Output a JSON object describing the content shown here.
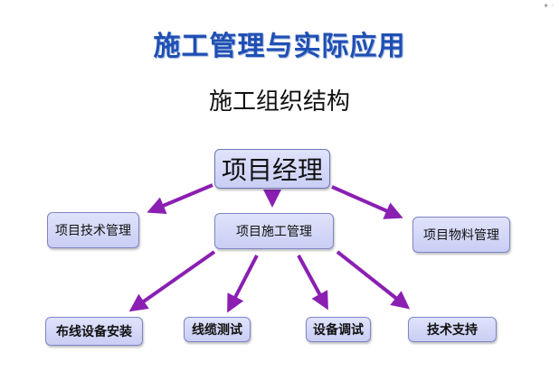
{
  "title": "施工管理与实际应用",
  "subtitle": "施工组织结构",
  "root": "项目经理",
  "level2": [
    "项目技术管理",
    "项目施工管理",
    "项目物料管理"
  ],
  "level3": [
    "布线设备安装",
    "线缆测试",
    "设备调试",
    "技术支持"
  ],
  "colors": {
    "title": "#1f4fb4",
    "node_fill": "#d3d8f8",
    "arrow": "#8a1fb2"
  }
}
